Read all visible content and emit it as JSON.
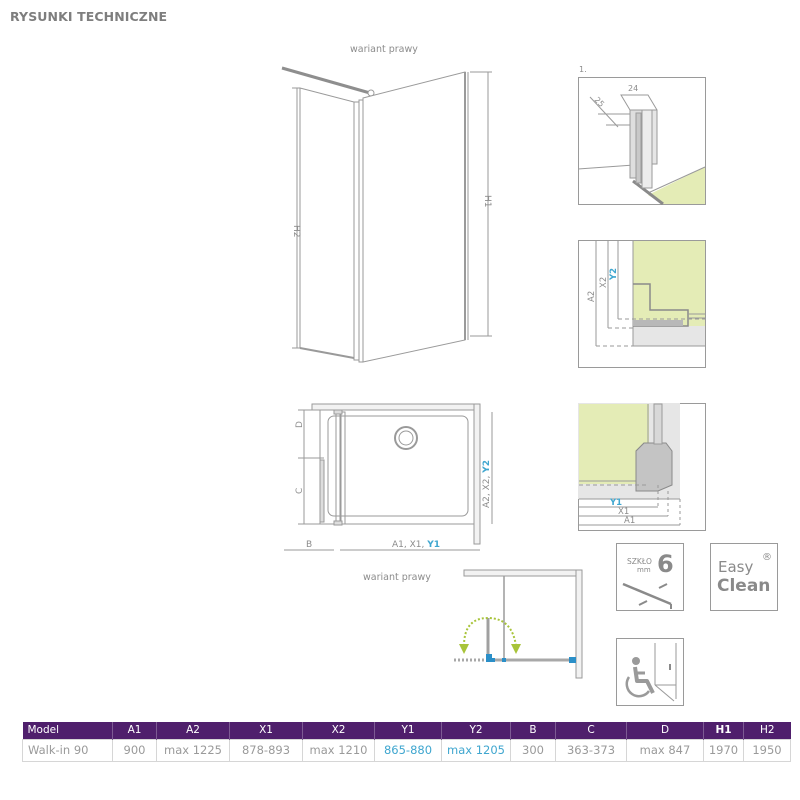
{
  "header": {
    "title": "RYSUNKI TECHNICZNE"
  },
  "colors": {
    "table_header_bg": "#4f1f6c",
    "accent_blue": "#3fa6cf",
    "floor_green": "#e4ecb6",
    "swing_arrow_green": "#a8c43a",
    "line_gray": "#9a9a9a"
  },
  "drawings": {
    "elevation": {
      "caption": "wariant prawy",
      "labels": {
        "h2": "H2",
        "h1": "H1"
      }
    },
    "detail_profile": {
      "number": "1.",
      "dim_depth": "25",
      "dim_width": "24"
    },
    "detail_side": {
      "labels": {
        "a2": "A2",
        "x2": "X2",
        "y2": "Y2"
      }
    },
    "detail_bottom": {
      "labels": {
        "y1": "Y1",
        "x1": "X1",
        "a1": "A1"
      }
    },
    "plan": {
      "labels": {
        "d": "D",
        "c": "C",
        "b": "B",
        "width_prefix": "A1, X1, ",
        "width_accent": "Y1",
        "depth_prefix": "A2, X2, ",
        "depth_accent": "Y2"
      }
    },
    "swing_plan": {
      "caption": "wariant prawy"
    }
  },
  "badges": {
    "glass": {
      "word": "SZKŁO",
      "unit": "mm",
      "value": "6"
    },
    "easy_clean": {
      "line1": "Easy",
      "line2": "Clean",
      "mark": "®"
    },
    "accessible": {
      "icon": "wheelchair-icon"
    }
  },
  "table": {
    "headers": [
      "Model",
      "A1",
      "A2",
      "X1",
      "X2",
      "Y1",
      "Y2",
      "B",
      "C",
      "D",
      "H1",
      "H2"
    ],
    "rows": [
      [
        "Walk-in 90",
        "900",
        "max 1225",
        "878-893",
        "max 1210",
        "865-880",
        "max 1205",
        "300",
        "363-373",
        "max 847",
        "1970",
        "1950"
      ]
    ]
  }
}
